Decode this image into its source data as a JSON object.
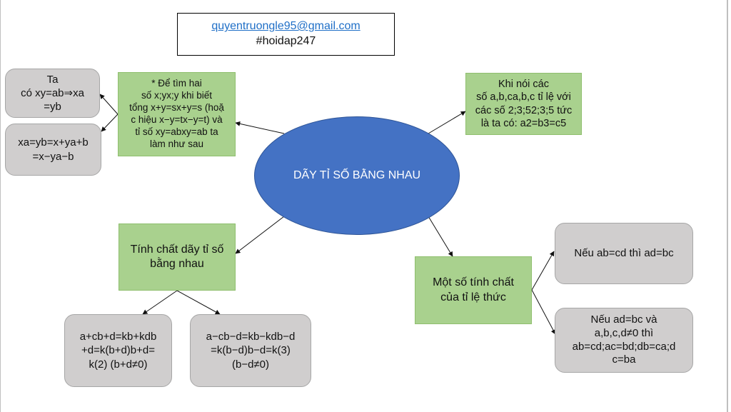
{
  "header": {
    "email": "quyentruongle95@gmail.com",
    "hashtag": "#hoidap247"
  },
  "center": "DÃY TỈ SỐ BẰNG NHAU",
  "nodes": {
    "find_two": "* Để tìm hai\nsố x;yx;y khi biết\ntổng x+y=sx+y=s (hoặ\nc hiệu x−y=tx−y=t) và\ntỉ số xy=abxy=ab ta\nlàm như sau",
    "find_step1": "Ta\ncó xy=ab⇒xa\n=yb",
    "find_step2": "xa=yb=x+ya+b\n=x−ya−b",
    "proportional": "Khi nói các\nsố a,b,ca,b,c tỉ lệ với\ncác số 2;3;52;3;5 tức\nlà ta có: a2=b3=c5",
    "property_chain": "Tính chất dãy tỉ số\nbằng nhau",
    "chain_sum": "a+cb+d=kb+kdb\n+d=k(b+d)b+d=\nk(2)  (b+d≠0)",
    "chain_diff": "a−cb−d=kb−kdb−d\n=k(b−d)b−d=k(3)\n(b−d≠0)",
    "property_ratio": "Một số tính chất\ncủa tỉ lệ thức",
    "ratio_1": "Nếu ab=cd thì ad=bc",
    "ratio_2": "Nếu ad=bc và\na,b,c,d≠0 thì\nab=cd;ac=bd;db=ca;d\nc=ba"
  },
  "colors": {
    "ellipse": "#4472c4",
    "green_box": "#a9d18e",
    "gray_box": "#d0cece",
    "link": "#1f6fc7"
  }
}
